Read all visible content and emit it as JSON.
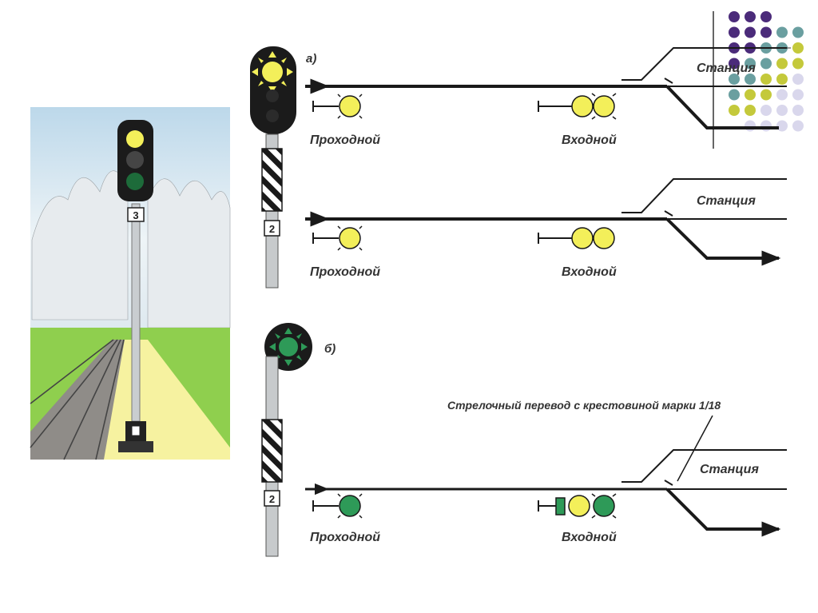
{
  "colors": {
    "track": "#1a1a1a",
    "yellow": "#f3ef5a",
    "green": "#2e9a58",
    "signal_body": "#1b1b1b",
    "sky": "#cfe3ef",
    "grass": "#8fcf4e",
    "path": "#f6f2a0",
    "dots_purple": "#4b2b7a",
    "dots_teal": "#6a9fa0",
    "dots_olive": "#c4c93b",
    "dots_lavender": "#d9d7ec"
  },
  "photo_signal": {
    "plate_number": "3",
    "lamps": [
      "yellow",
      "dark",
      "green"
    ]
  },
  "scheme_a": {
    "marker": "а)",
    "mast_plate": "2",
    "row1": {
      "station_label": "Станция",
      "passing_label": "Проходной",
      "entry_label": "Входной"
    },
    "row2": {
      "station_label": "Станция",
      "passing_label": "Проходной",
      "entry_label": "Входной"
    }
  },
  "scheme_b": {
    "marker": "б)",
    "mast_plate": "2",
    "switch_note": "Стрелочный перевод с крестовиной марки 1/18",
    "station_label": "Станция",
    "passing_label": "Проходной",
    "entry_label": "Входной"
  }
}
